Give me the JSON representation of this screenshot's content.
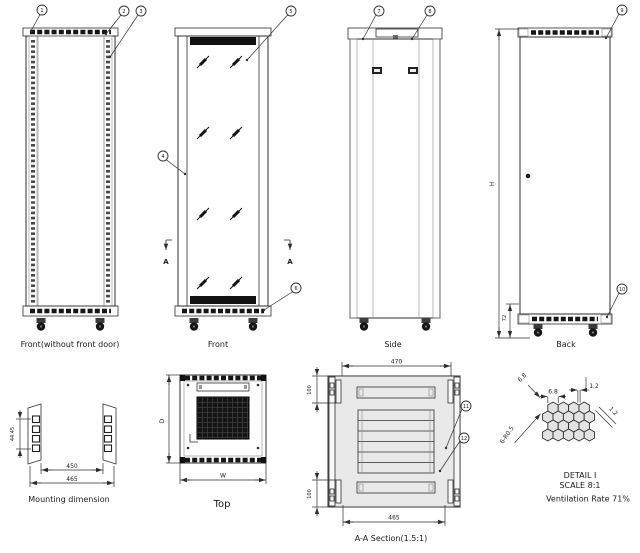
{
  "views": {
    "front_no_door": {
      "label": "Front(without front door)"
    },
    "front": {
      "label": "Front",
      "section_marker": "A"
    },
    "side": {
      "label": "Side"
    },
    "back": {
      "label": "Back"
    },
    "mounting": {
      "label": "Mounting dimension"
    },
    "top": {
      "label": "Top"
    },
    "section": {
      "label": "A-A Section(1.5:1)"
    },
    "detail": {
      "title": "DETAIL I",
      "scale": "SCALE 8:1",
      "ventilation": "Ventilation Rate 71%"
    }
  },
  "dims": {
    "rack_unit": "44.45",
    "rail_inner": "450",
    "rail_outer": "465",
    "height": "H",
    "base_height": "72",
    "depth": "D",
    "width": "W",
    "section_top": "470",
    "section_bottom": "465",
    "section_side_top": "100",
    "section_side_bottom": "100",
    "hex_diag": "6.8",
    "hex_width": "6.8",
    "web_top": "1.2",
    "web_diag": "1.2",
    "corner_radius": "6-R0.5"
  },
  "callouts": [
    "1",
    "2",
    "3",
    "4",
    "5",
    "6",
    "7",
    "8",
    "9",
    "10",
    "11",
    "12"
  ],
  "colors": {
    "line": "#2f2f2f",
    "panel": "#ededed",
    "vent": "#121212",
    "background": "#ffffff"
  }
}
